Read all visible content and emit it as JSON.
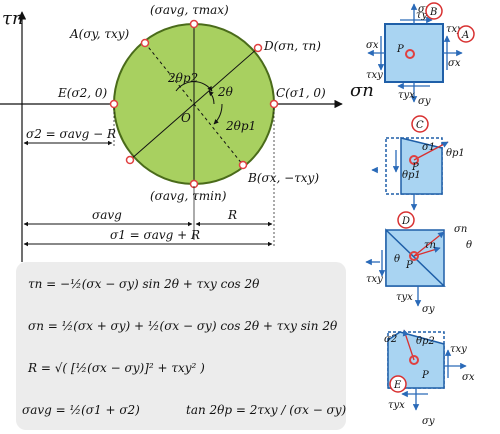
{
  "axes": {
    "vertical": "τn",
    "horizontal": "σn"
  },
  "points": {
    "top": "(σavg, τmax)",
    "bottom": "(σavg, τmin)",
    "A": "A(σy, τxy)",
    "B": "B(σx, −τxy)",
    "C": "C(σ1, 0)",
    "D": "D(σn, τn)",
    "E": "E(σ2, 0)"
  },
  "center": "O",
  "angles": {
    "two_theta_p2": "2θp2",
    "two_theta": "2θ",
    "two_theta_p1": "2θp1"
  },
  "dimensions": {
    "sigma2": "σ2 = σavg − R",
    "sigma_avg": "σavg",
    "R": "R",
    "sigma1": "σ1 = σavg + R"
  },
  "equations": {
    "tau_n": "τn = −½(σx − σy) sin 2θ + τxy cos 2θ",
    "sigma_n": "σn = ½(σx + σy) + ½(σx − σy) cos 2θ + τxy sin 2θ",
    "R": "R = √( [½(σx − σy)]² + τxy² )",
    "sigma_avg": "σavg = ½(σ1 + σ2)",
    "tan": "tan 2θp = 2τxy / (σx − σy)"
  },
  "elements": {
    "B_badge": "B",
    "A_badge": "A",
    "C_badge": "C",
    "D_badge": "D",
    "E_badge": "E",
    "P": "P",
    "sigma_x": "σx",
    "sigma_y": "σy",
    "tau_xy": "τxy",
    "tau_yx": "τyx",
    "sigma_1": "σ1",
    "sigma_2": "σ2",
    "sigma_n": "σn",
    "tau_n": "τn",
    "theta": "θ",
    "theta_p1": "θp1",
    "theta_p2": "θp2"
  },
  "colors": {
    "circle_fill": "#a8d060",
    "circle_stroke": "#4a6b1a",
    "point_marker": "#e04040",
    "element_fill": "#a9d4f2",
    "element_stroke": "#1f5fa8",
    "arrow": "#2a6ab8",
    "badge": "#d83030",
    "panel": "#ececec"
  }
}
